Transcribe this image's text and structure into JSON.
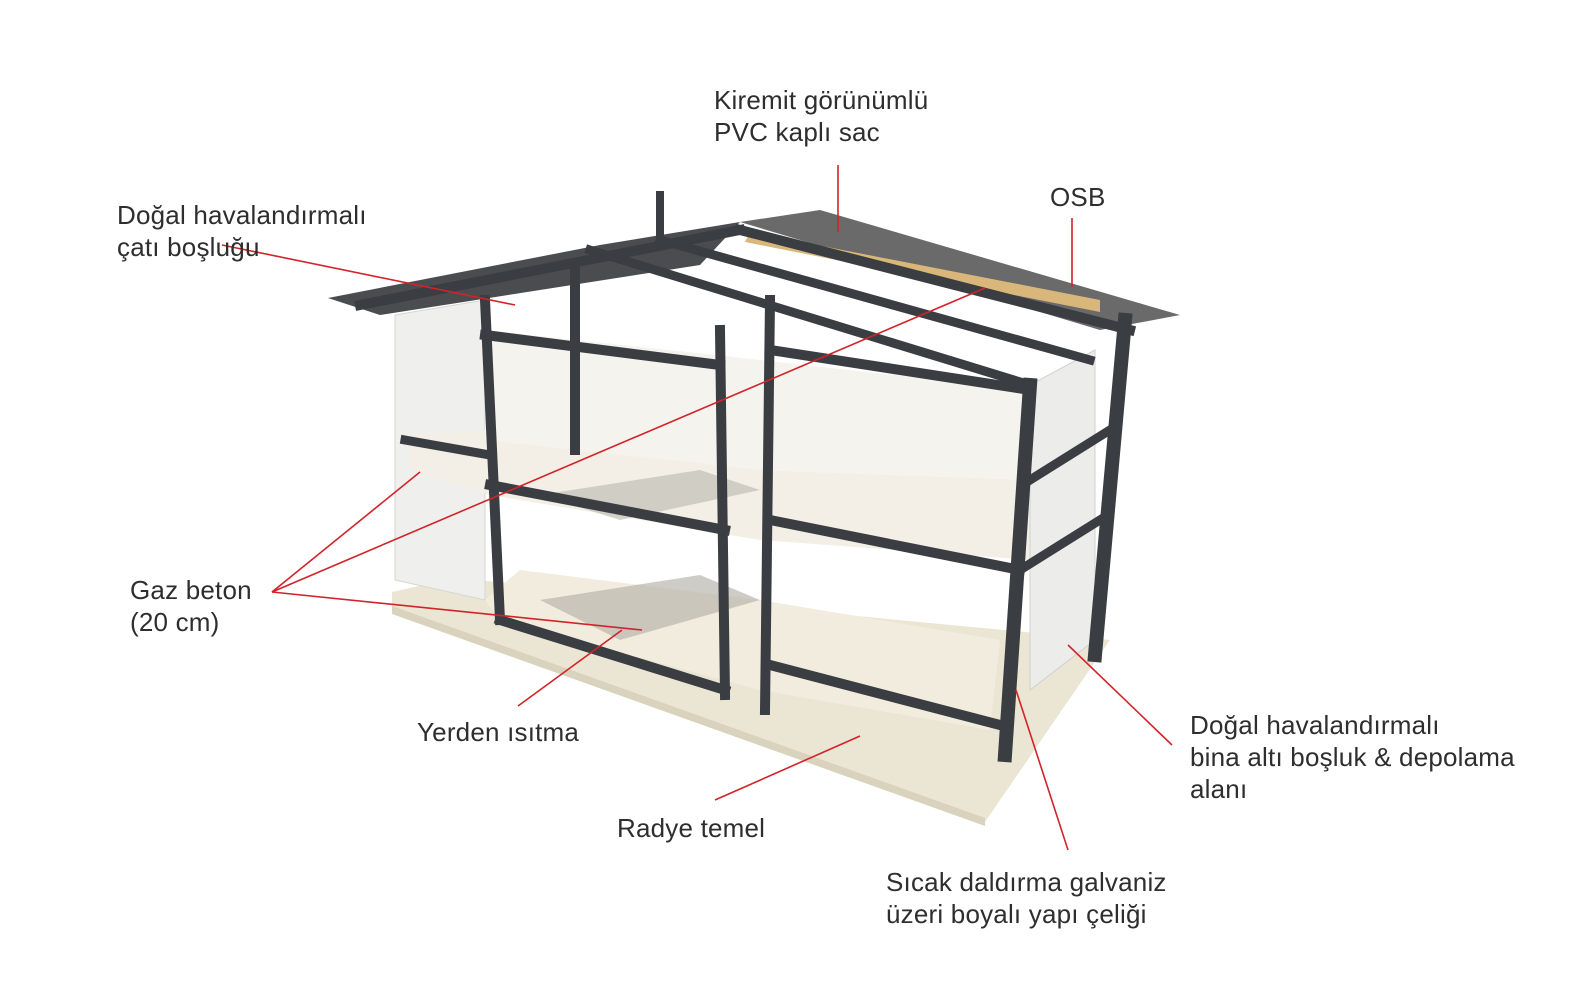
{
  "labels": {
    "roof_cover": {
      "line1": "Kiremit görünümlü",
      "line2": "PVC kaplı sac"
    },
    "osb": {
      "line1": "OSB"
    },
    "attic": {
      "line1": "Doğal havalandırmalı",
      "line2": "çatı boşluğu"
    },
    "aac": {
      "line1": "Gaz beton",
      "line2": "(20 cm)"
    },
    "floor_heating": {
      "line1": "Yerden ısıtma"
    },
    "raft": {
      "line1": "Radye temel"
    },
    "steel": {
      "line1": "Sıcak daldırma galvaniz",
      "line2": "üzeri boyalı yapı çeliği"
    },
    "crawl": {
      "line1": "Doğal havalandırmalı",
      "line2": "bina altı boşluk & depolama",
      "line3": "alanı"
    }
  },
  "colors": {
    "leader": "#d2232a",
    "steel": "#3a3d42",
    "wall": "#ecebe8",
    "slab": "#e9e4d2",
    "roof": "#5b5b5b",
    "osb": "#d9b77a"
  }
}
